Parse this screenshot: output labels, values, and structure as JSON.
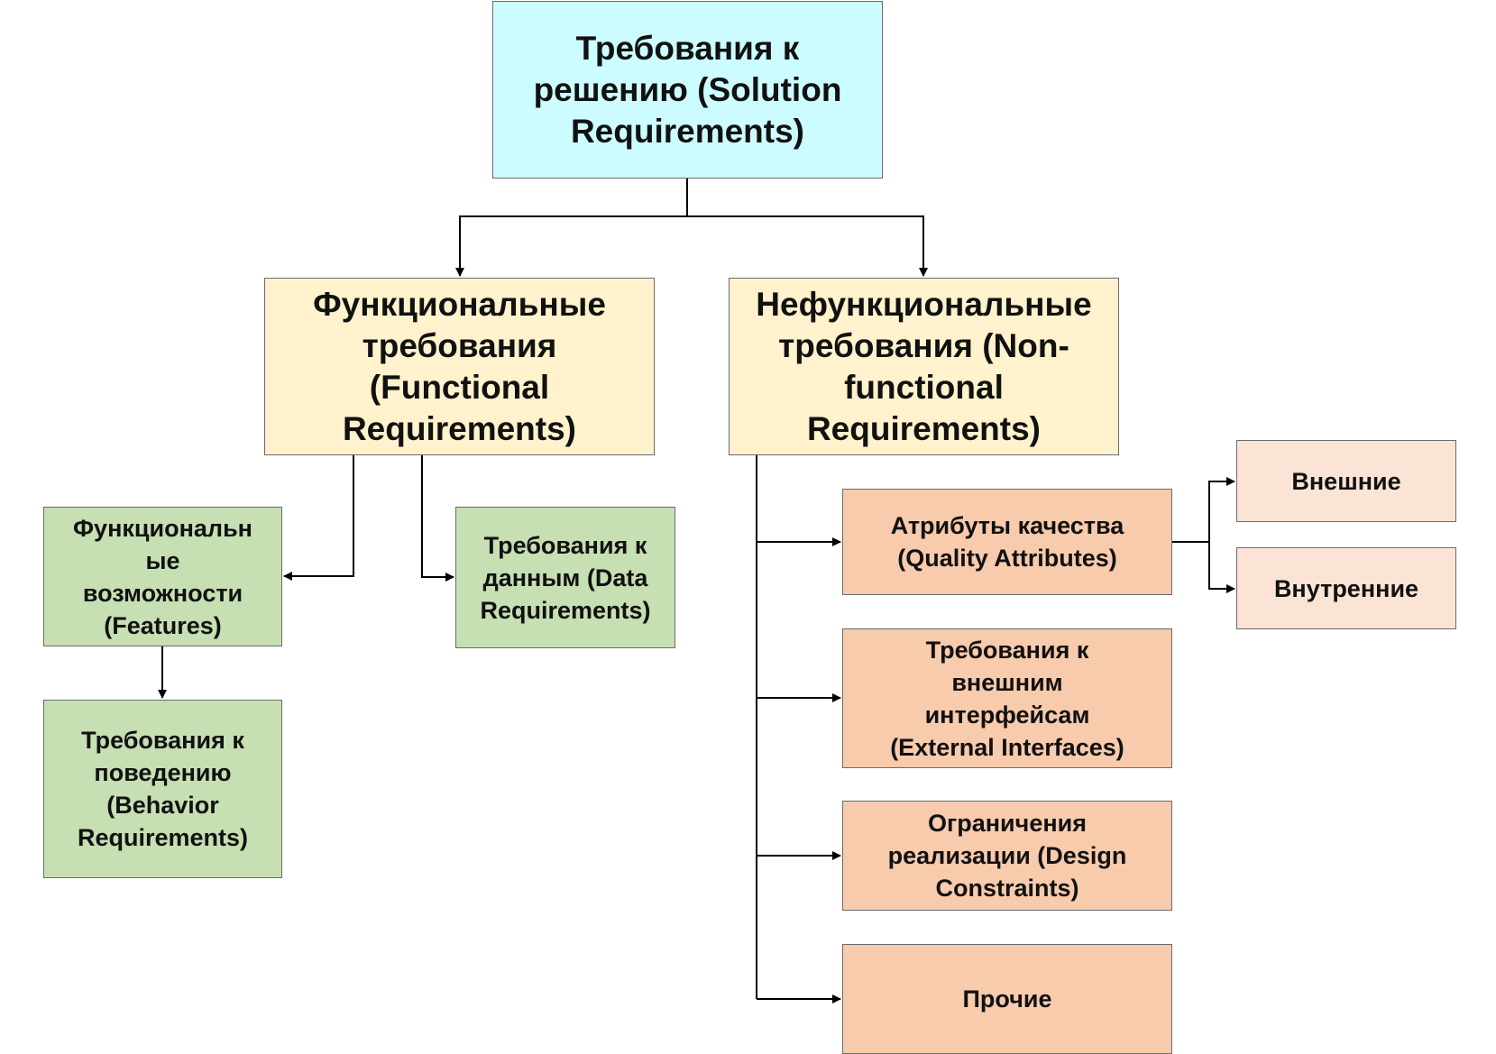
{
  "diagram": {
    "nodes": {
      "root": "Требования к\nрешению (Solution\nRequirements)",
      "functional": "Функциональные\nтребования\n(Functional\nRequirements)",
      "nonfunctional": "Нефункциональные\nтребования (Non-\nfunctional\nRequirements)",
      "features": "Функциональн\nые\nвозможности\n(Features)",
      "behavior": "Требования к\nповедению\n(Behavior\nRequirements)",
      "data": "Требования к\nданным (Data\nRequirements)",
      "quality": "Атрибуты качества\n(Quality Attributes)",
      "external_interfaces": "Требования к\nвнешним\nинтерфейсам\n(External Interfaces)",
      "design_constraints": "Ограничения\nреализации (Design\nConstraints)",
      "other": "Прочие",
      "quality_external": "Внешние",
      "quality_internal": "Внутренние"
    },
    "colors": {
      "root_fill": "#ccfcff",
      "level1_fill": "#fff2cc",
      "functional_children_fill": "#c6dfb3",
      "nonfunctional_children_fill": "#f8cbad",
      "quality_children_fill": "#fbe4d5",
      "border": "#6b6b6b",
      "connector": "#000000"
    }
  }
}
